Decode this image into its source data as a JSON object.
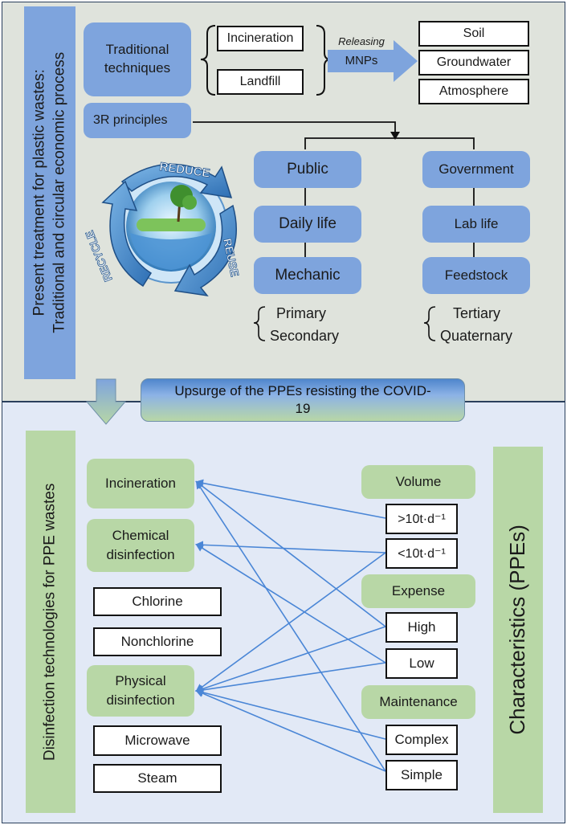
{
  "top": {
    "side_title_line1": "Present treatment for plastic wastes:",
    "side_title_line2": "Traditional and circular economic process",
    "traditional": "Traditional techniques",
    "incineration": "Incineration",
    "landfill": "Landfill",
    "releasing": "Releasing",
    "mnps": "MNPs",
    "soil": "Soil",
    "groundwater": "Groundwater",
    "atmosphere": "Atmosphere",
    "principles": "3R principles",
    "reduce": "REDUCE",
    "reuse": "REUSE",
    "recycle": "RECYCLE",
    "public": "Public",
    "government": "Government",
    "daily_life": "Daily life",
    "lab_life": "Lab life",
    "mechanic": "Mechanic",
    "feedstock": "Feedstock",
    "primary": "Primary",
    "secondary": "Secondary",
    "tertiary": "Tertiary",
    "quaternary": "Quaternary"
  },
  "middle": {
    "banner": "Upsurge of the PPEs resisting the COVID-19"
  },
  "bottom": {
    "side_title": "Disinfection technologies for PPE wastes",
    "incineration": "Incineration",
    "chemical": "Chemical disinfection",
    "chlorine": "Chlorine",
    "nonchlorine": "Nonchlorine",
    "physical": "Physical disinfection",
    "microwave": "Microwave",
    "steam": "Steam",
    "characteristics": "Characteristics (PPEs)",
    "volume": "Volume",
    "vol_high": ">10t·d⁻¹",
    "vol_low": "<10t·d⁻¹",
    "expense": "Expense",
    "high": "High",
    "low": "Low",
    "maintenance": "Maintenance",
    "complex": "Complex",
    "simple": "Simple"
  },
  "colors": {
    "blue": "#7ea4dd",
    "green": "#b8d7a6",
    "arrow": "#4a86d6"
  }
}
